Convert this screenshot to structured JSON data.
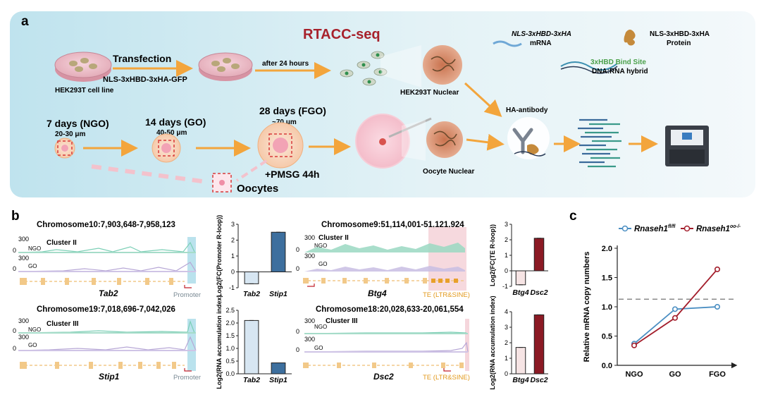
{
  "panel_a": {
    "label": "a",
    "title": "RTACC-seq",
    "transfection": "Transfection",
    "construct": "NLS-3xHBD-3xHA-GFP",
    "cell_line": "HEK293T cell line",
    "after24": "after 24 hours",
    "hek_nuclear": "HEK293T Nuclear",
    "mrna_name": "NLS-3xHBD-3xHA",
    "mrna_label": "mRNA",
    "protein_name": "NLS-3xHBD-3xHA",
    "protein_label": "Protein",
    "bind_site": "3xHBD Bind Site",
    "hybrid": "DNA:RNA hybrid",
    "ngo_days": "7 days (NGO)",
    "ngo_size": "20-30 μm",
    "go_days": "14 days (GO)",
    "go_size": "40-50 μm",
    "fgo_days": "28 days (FGO)",
    "fgo_size": "~70 μm",
    "pmsg": "+PMSG 44h",
    "oocytes": "Oocytes",
    "oocyte_nuclear": "Oocyte Nuclear",
    "ha_antibody": "HA-antibody"
  },
  "panel_b": {
    "label": "b",
    "tracks": [
      {
        "chrom": "Chromosome10:7,903,648-7,958,123",
        "cluster": "Cluster II",
        "scale1": "300",
        "row1": "NGO",
        "scale2": "300",
        "row2": "GO",
        "gene": "Tab2",
        "region": "Promoter"
      },
      {
        "chrom": "Chromosome19:7,018,696-7,042,026",
        "cluster": "Cluster III",
        "scale1": "300",
        "row1": "NGO",
        "scale2": "300",
        "row2": "GO",
        "gene": "Stip1",
        "region": "Promoter"
      },
      {
        "chrom": "Chromosome9:51,114,001-51,121,924",
        "cluster": "Cluster II",
        "scale1": "300",
        "row1": "NGO",
        "scale2": "300",
        "row2": "GO",
        "gene": "Btg4",
        "region": "TE (LTR&SINE)"
      },
      {
        "chrom": "Chromosome18:20,028,633-20,061,554",
        "cluster": "Cluster III",
        "scale1": "300",
        "row1": "NGO",
        "scale2": "300",
        "row2": "GO",
        "gene": "Dsc2",
        "region": "TE (LTR&SINE)"
      }
    ],
    "zero_labels": [
      "0",
      "0",
      "0",
      "0",
      "0",
      "0",
      "0",
      "0"
    ]
  },
  "panel_c": {
    "label": "c",
    "legend": [
      "Rnaseh1",
      "Rnaseh1"
    ],
    "legend_sup": [
      "fl/fl",
      "oo-/-"
    ]
  },
  "chart_data": [
    {
      "type": "bar",
      "categories": [
        "Tab2",
        "Stip1"
      ],
      "values": [
        -0.75,
        2.5
      ],
      "ylabel": "Log2(FC(Promoter R-loop))",
      "ylim": [
        -1,
        3
      ],
      "yticks": [
        -1,
        0,
        1,
        2,
        3
      ],
      "colors": [
        "#d7e6f2",
        "#3d6f9e"
      ]
    },
    {
      "type": "bar",
      "categories": [
        "Tab2",
        "Stip1"
      ],
      "values": [
        2.1,
        0.43
      ],
      "ylabel": "Log2(RNA accumulation index)",
      "ylim": [
        0,
        2.5
      ],
      "yticks": [
        0.0,
        0.5,
        1.0,
        1.5,
        2.0,
        2.5
      ],
      "colors": [
        "#d7e6f2",
        "#3d6f9e"
      ]
    },
    {
      "type": "bar",
      "categories": [
        "Btg4",
        "Dsc2"
      ],
      "values": [
        -0.9,
        2.1
      ],
      "ylabel": "Log2(FC(TE R-loop))",
      "ylim": [
        -1,
        3
      ],
      "yticks": [
        -1,
        0,
        1,
        2,
        3
      ],
      "colors": [
        "#f6e4e4",
        "#8b1a24"
      ]
    },
    {
      "type": "bar",
      "categories": [
        "Btg4",
        "Dsc2"
      ],
      "values": [
        1.7,
        3.8
      ],
      "ylabel": "Log2(RNA accumulation index)",
      "ylim": [
        0,
        4
      ],
      "yticks": [
        0,
        1,
        2,
        3,
        4
      ],
      "colors": [
        "#f6e4e4",
        "#8b1a24"
      ]
    },
    {
      "type": "line",
      "categories": [
        "NGO",
        "GO",
        "FGO"
      ],
      "series": [
        {
          "name": "Rnaseh1 fl/fl",
          "values": [
            0.37,
            0.96,
            1.0
          ],
          "color": "#4a8ec2"
        },
        {
          "name": "Rnaseh1 oo-/-",
          "values": [
            0.34,
            0.81,
            1.64
          ],
          "color": "#a31e2c"
        }
      ],
      "ylabel": "Relative mRNA copy numbers",
      "ylim": [
        0,
        2.0
      ],
      "yticks": [
        0.0,
        0.5,
        1.0,
        1.5,
        2.0
      ],
      "reference_line": 1.13
    }
  ]
}
